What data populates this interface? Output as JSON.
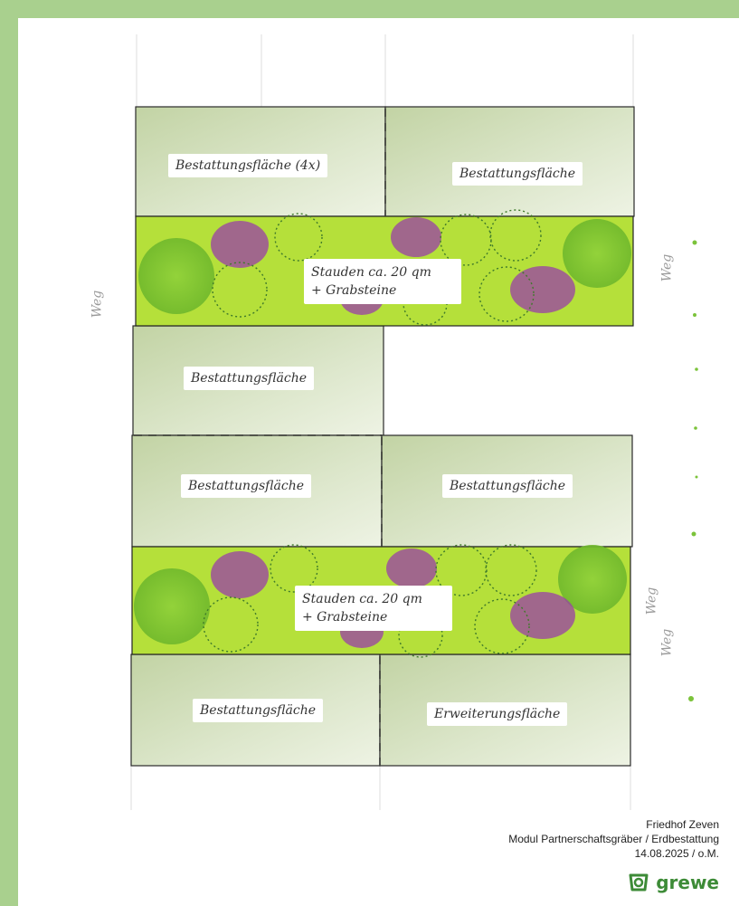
{
  "labels": {
    "burial_4x": "Bestattungsfläche (4x)",
    "burial": "Bestattungsfläche",
    "extension": "Erweiterungsfläche",
    "perennials_line1": "Stauden ca. 20 qm",
    "perennials_line2": "+ Grabsteine",
    "path": "Weg"
  },
  "footer": {
    "line1": "Friedhof Zeven",
    "line2": "Modul Partnerschaftsgräber / Erdbestattung",
    "line3": "14.08.2025 / o.M."
  },
  "logo": {
    "text": "grewe",
    "icon": "grewe-logo-icon"
  },
  "colors": {
    "frame": "#a9d08e",
    "plot_fill": "#cfdcb8",
    "planting_bed": "#b5e03a",
    "grass_clump": "#4f8a36",
    "flowers": "#9a3fa8"
  }
}
